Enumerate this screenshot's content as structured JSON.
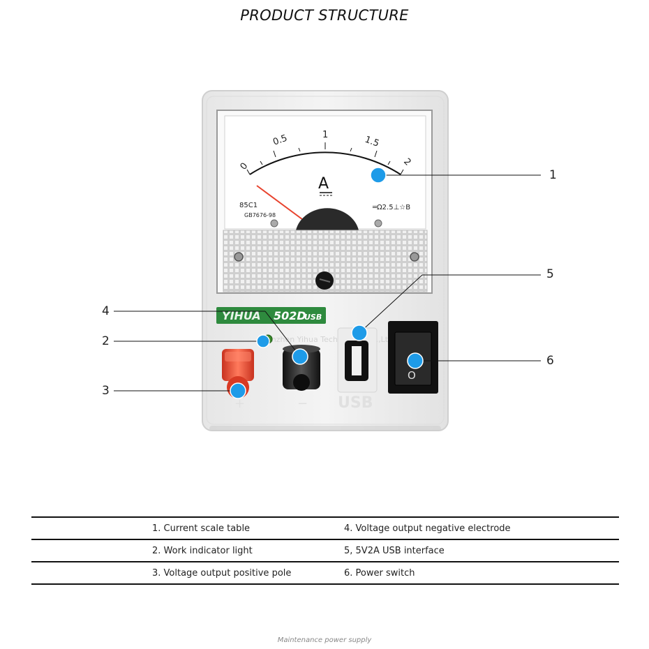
{
  "header": {
    "title": "PRODUCT STRUCTURE"
  },
  "device": {
    "brand": "YIHUA",
    "model": "502D",
    "model_suffix": "USB",
    "meter": {
      "unit": "A",
      "scale_labels": [
        "0",
        "0.5",
        "1",
        "1.5",
        "2"
      ],
      "meter_model": "85C1",
      "standard": "GB7676-98",
      "class_marks": "═Ω2.5⊥☆B"
    },
    "watermark": "Shenzhen Yihua Technology Co.,Ltd",
    "terminal_plus": "+",
    "terminal_minus": "−",
    "usb_label": "USB",
    "switch_on": "|",
    "switch_off": "O"
  },
  "callouts": [
    "1",
    "2",
    "3",
    "4",
    "5",
    "6"
  ],
  "specs": {
    "rows": [
      {
        "left": "1. Current scale table",
        "right": "4. Voltage output negative electrode"
      },
      {
        "left": "2. Work indicator light",
        "right": "5, 5V2A USB interface"
      },
      {
        "left": "3. Voltage output positive pole",
        "right": "6. Power switch"
      }
    ]
  },
  "footer": {
    "caption": "Maintenance power supply"
  },
  "colors": {
    "callout_dot": "#1e9be8",
    "terminal_red": "#e8432e",
    "indicator_green": "#3a8a2c",
    "brand_green": "#2e8a3e"
  }
}
